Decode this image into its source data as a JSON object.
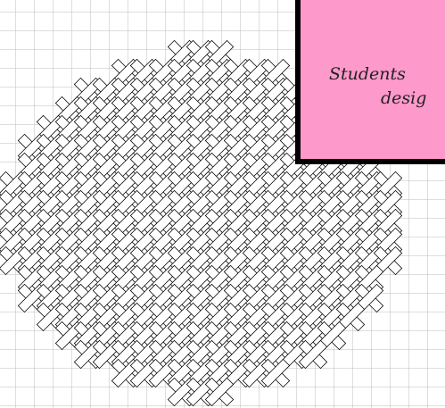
{
  "grid": {
    "cell_color": "#bdbdbd",
    "background": "#ffffff"
  },
  "pattern": {
    "motif": "cross-stitch-x",
    "stroke_color": "#000000",
    "fill_color": "#ffffff"
  },
  "callout": {
    "background": "#fe99cc",
    "border_color": "#000000",
    "line1": "Students",
    "line2": "desig"
  }
}
